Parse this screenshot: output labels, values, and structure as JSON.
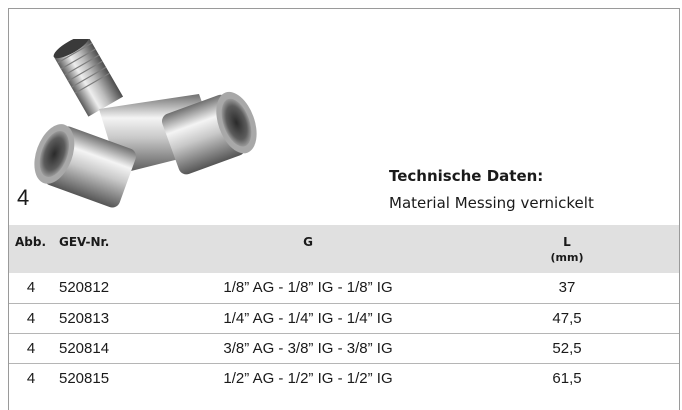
{
  "figure": {
    "number": "4",
    "image_description_icon": "brass-tee-fitting-icon"
  },
  "tech": {
    "title": "Technische Daten:",
    "material": "Material Messing vernickelt"
  },
  "table": {
    "headers": {
      "abb": "Abb.",
      "gev": "GEV-Nr.",
      "g": "G",
      "l": "L",
      "l_unit": "(mm)"
    },
    "rows": [
      {
        "abb": "4",
        "gev": "520812",
        "g": "1/8” AG - 1/8” IG - 1/8” IG",
        "l": "37"
      },
      {
        "abb": "4",
        "gev": "520813",
        "g": "1/4” AG - 1/4” IG - 1/4” IG",
        "l": "47,5"
      },
      {
        "abb": "4",
        "gev": "520814",
        "g": "3/8” AG - 3/8” IG - 3/8” IG",
        "l": "52,5"
      },
      {
        "abb": "4",
        "gev": "520815",
        "g": "1/2” AG - 1/2” IG - 1/2” IG",
        "l": "61,5"
      }
    ]
  },
  "colors": {
    "header_bg": "#e0e0e0",
    "border": "#9a9a9a"
  }
}
